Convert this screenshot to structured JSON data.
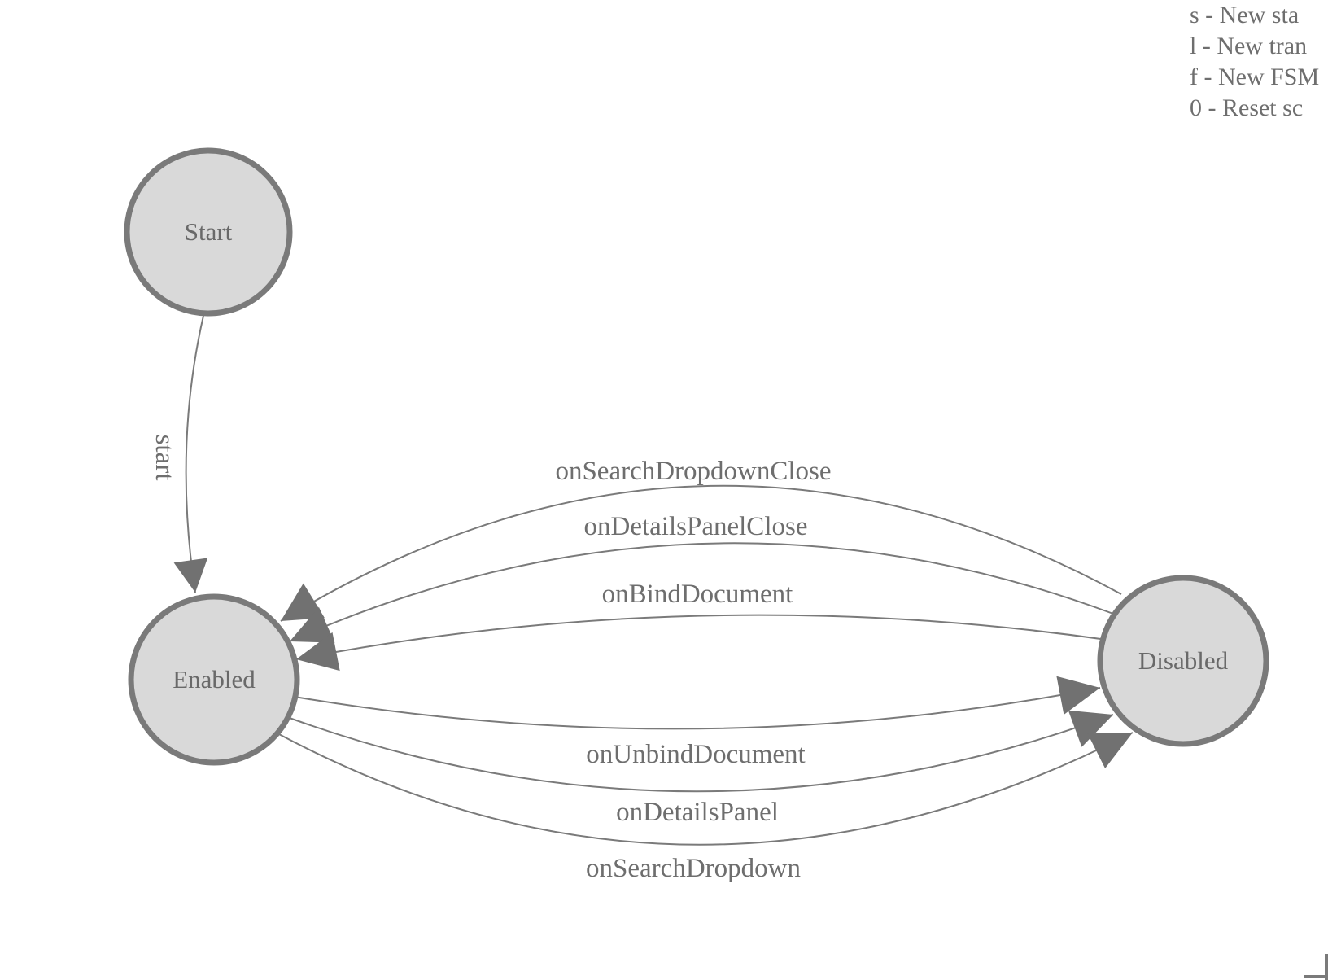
{
  "legend": {
    "lines": [
      "s - New sta",
      "l - New tran",
      "f - New FSM",
      "0 - Reset sc"
    ]
  },
  "states": [
    {
      "label": "Start"
    },
    {
      "label": "Enabled"
    },
    {
      "label": "Disabled"
    }
  ],
  "transitions": [
    {
      "label": "start",
      "from": "Start",
      "to": "Enabled"
    },
    {
      "label": "onSearchDropdownClose",
      "from": "Disabled",
      "to": "Enabled"
    },
    {
      "label": "onDetailsPanelClose",
      "from": "Disabled",
      "to": "Enabled"
    },
    {
      "label": "onBindDocument",
      "from": "Disabled",
      "to": "Enabled"
    },
    {
      "label": "onUnbindDocument",
      "from": "Enabled",
      "to": "Disabled"
    },
    {
      "label": "onDetailsPanel",
      "from": "Enabled",
      "to": "Disabled"
    },
    {
      "label": "onSearchDropdown",
      "from": "Enabled",
      "to": "Disabled"
    }
  ],
  "colors": {
    "node_fill": "#d9d9d9",
    "node_stroke": "#7a7a7a",
    "edge_stroke": "#7a7a7a",
    "arrowhead": "#717171",
    "text": "#6e6e6e",
    "background": "#ffffff"
  }
}
